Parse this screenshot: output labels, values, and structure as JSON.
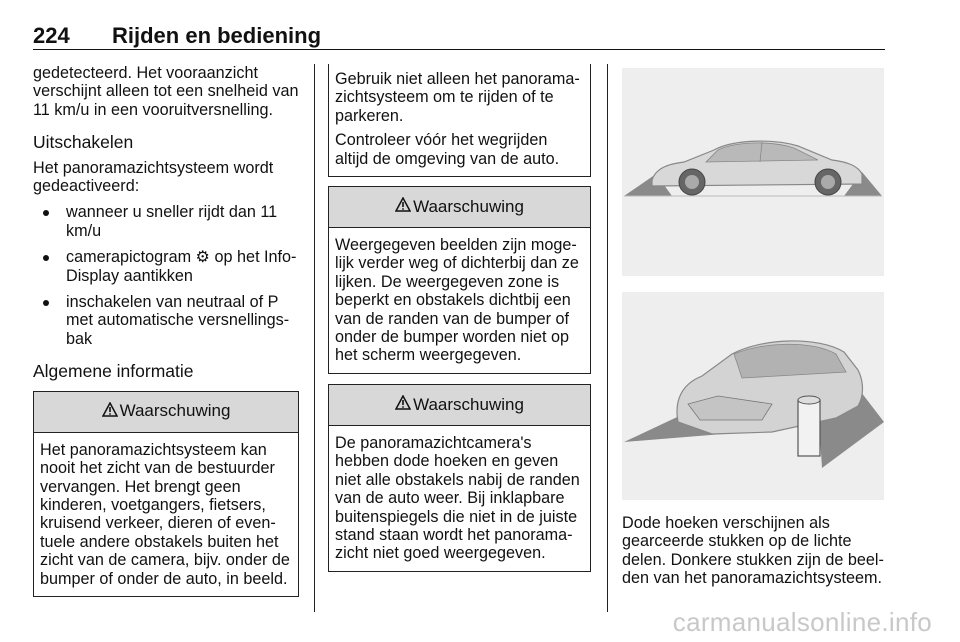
{
  "header": {
    "page_number": "224",
    "chapter": "Rijden en bediening"
  },
  "col1": {
    "intro": "gedetecteerd. Het vooraanzicht verschijnt alleen tot een snelheid van 11 km/u in een vooruitversnelling.",
    "heading_off": "Uitschakelen",
    "off_text": "Het panoramazichtsysteem wordt gedeactiveerd:",
    "bullets": [
      "wanneer u sneller rijdt dan 11 km/u",
      "camerapictogram ⚙ op het Info-Display aantikken",
      "inschakelen van neutraal of P met automatische versnellings-bak"
    ],
    "heading_general": "Algemene informatie",
    "warning1": {
      "title": "Waarschuwing",
      "body": "Het panoramazichtsysteem kan nooit het zicht van de bestuurder vervangen. Het brengt geen kinderen, voetgangers, fietsers, kruisend verkeer, dieren of even-tuele andere obstakels buiten het zicht van de camera, bijv. onder de bumper of onder de auto, in beeld."
    }
  },
  "col2": {
    "cont1": "Gebruik niet alleen het panorama-zichtsysteem om te rijden of te parkeren.",
    "cont2": "Controleer vóór het wegrijden altijd de omgeving van de auto.",
    "warning2": {
      "title": "Waarschuwing",
      "body": "Weergegeven beelden zijn moge-lijk verder weg of dichterbij dan ze lijken. De weergegeven zone is beperkt en obstakels dichtbij een van de randen van de bumper of onder de bumper worden niet op het scherm weergegeven."
    },
    "warning3": {
      "title": "Waarschuwing",
      "body": "De panoramazichtcamera's hebben dode hoeken en geven niet alle obstakels nabij de randen van de auto weer. Bij inklapbare buitenspiegels die niet in de juiste stand staan wordt het panorama-zicht niet goed weergegeven."
    }
  },
  "col3": {
    "caption": "Dode hoeken verschijnen als gearceerde stukken op de lichte delen. Donkere stukken zijn de beel-den van het panoramazichtsysteem."
  },
  "watermark": "carmanualsonline.info",
  "colors": {
    "panel_bg": "#eeeeee",
    "warning_head_bg": "#d8d8d8",
    "blind_spot": "#8a8a8a"
  }
}
